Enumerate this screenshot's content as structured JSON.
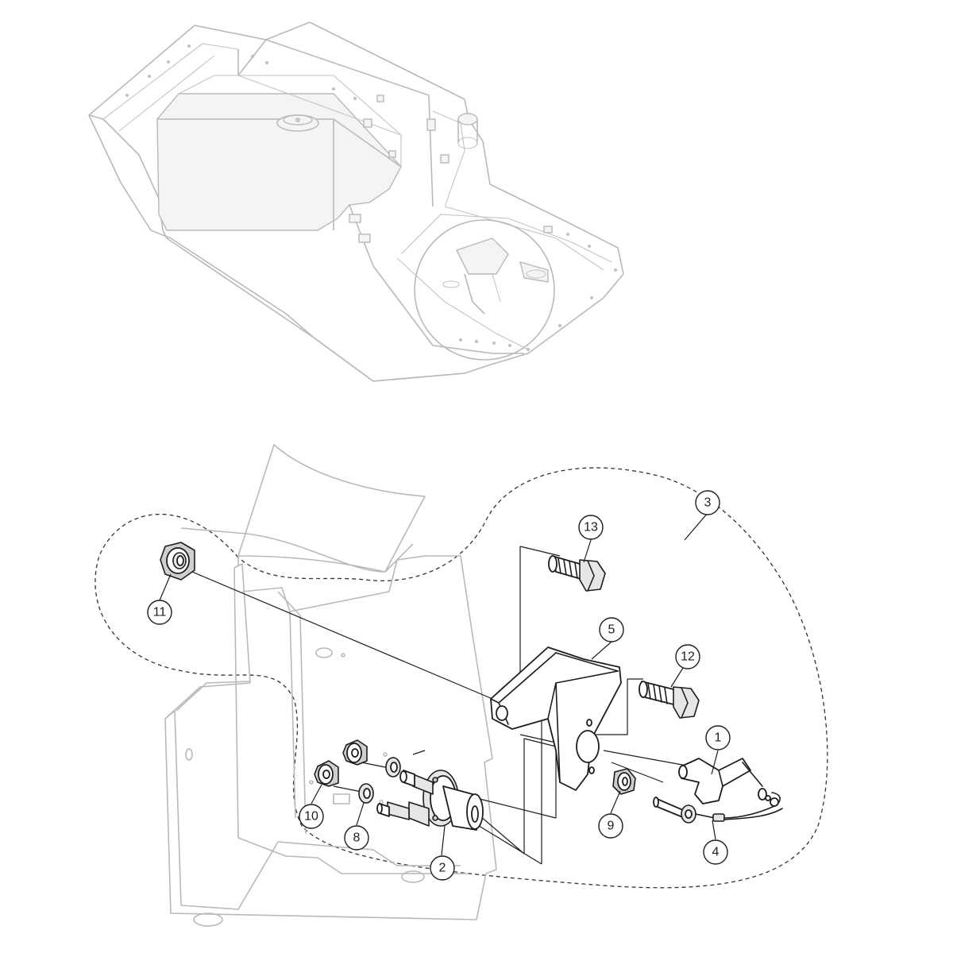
{
  "callouts": [
    {
      "id": "c1",
      "label": "1"
    },
    {
      "id": "c2",
      "label": "2"
    },
    {
      "id": "c3",
      "label": "3"
    },
    {
      "id": "c4",
      "label": "4"
    },
    {
      "id": "c5",
      "label": "5"
    },
    {
      "id": "c8",
      "label": "8"
    },
    {
      "id": "c9",
      "label": "9"
    },
    {
      "id": "c10",
      "label": "10"
    },
    {
      "id": "c11",
      "label": "11"
    },
    {
      "id": "c12",
      "label": "12"
    },
    {
      "id": "c13",
      "label": "13"
    }
  ]
}
